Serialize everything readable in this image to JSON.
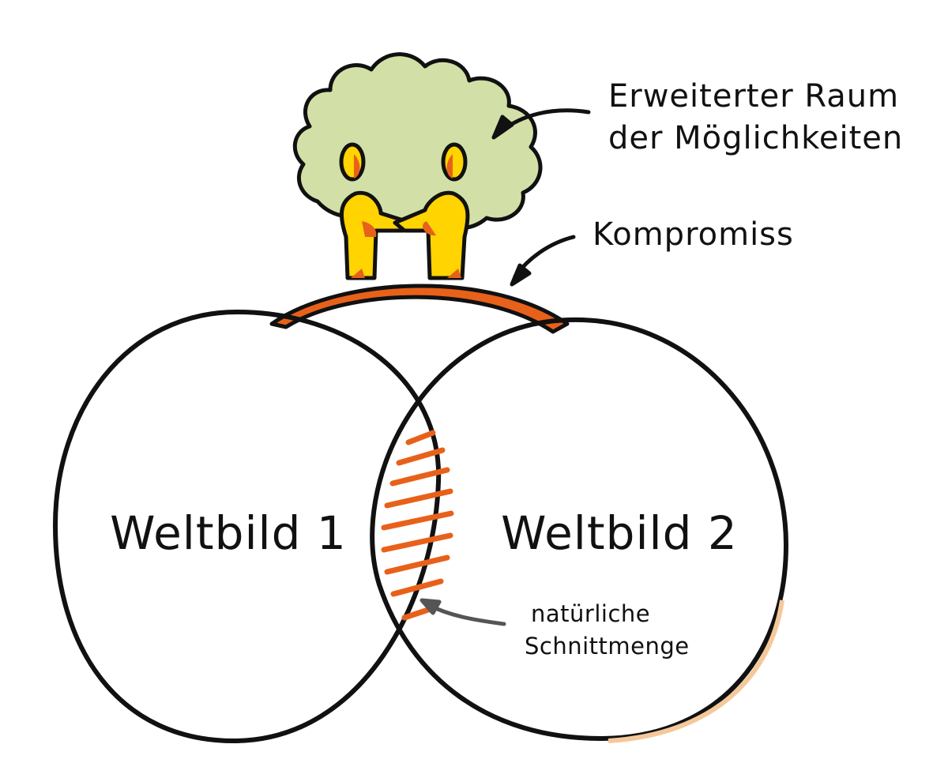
{
  "diagram": {
    "labels": {
      "worldview_1": "Weltbild 1",
      "worldview_2": "Weltbild 2",
      "possibilities_line1": "Erweiterter Raum",
      "possibilities_line2": "der Möglichkeiten",
      "compromise": "Kompromiss",
      "intersection_line1": "natürliche",
      "intersection_line2": "Schnittmenge"
    },
    "colors": {
      "outline": "#111111",
      "tree_canopy": "#d2e0a8",
      "figures": "#ffd400",
      "accent_orange": "#e8611a",
      "pointer_grey": "#555555",
      "circle_shadow": "#f5c89a"
    },
    "icons": {
      "tree": "tree-icon",
      "figures": "two-people-shaking-hands-icon"
    }
  }
}
